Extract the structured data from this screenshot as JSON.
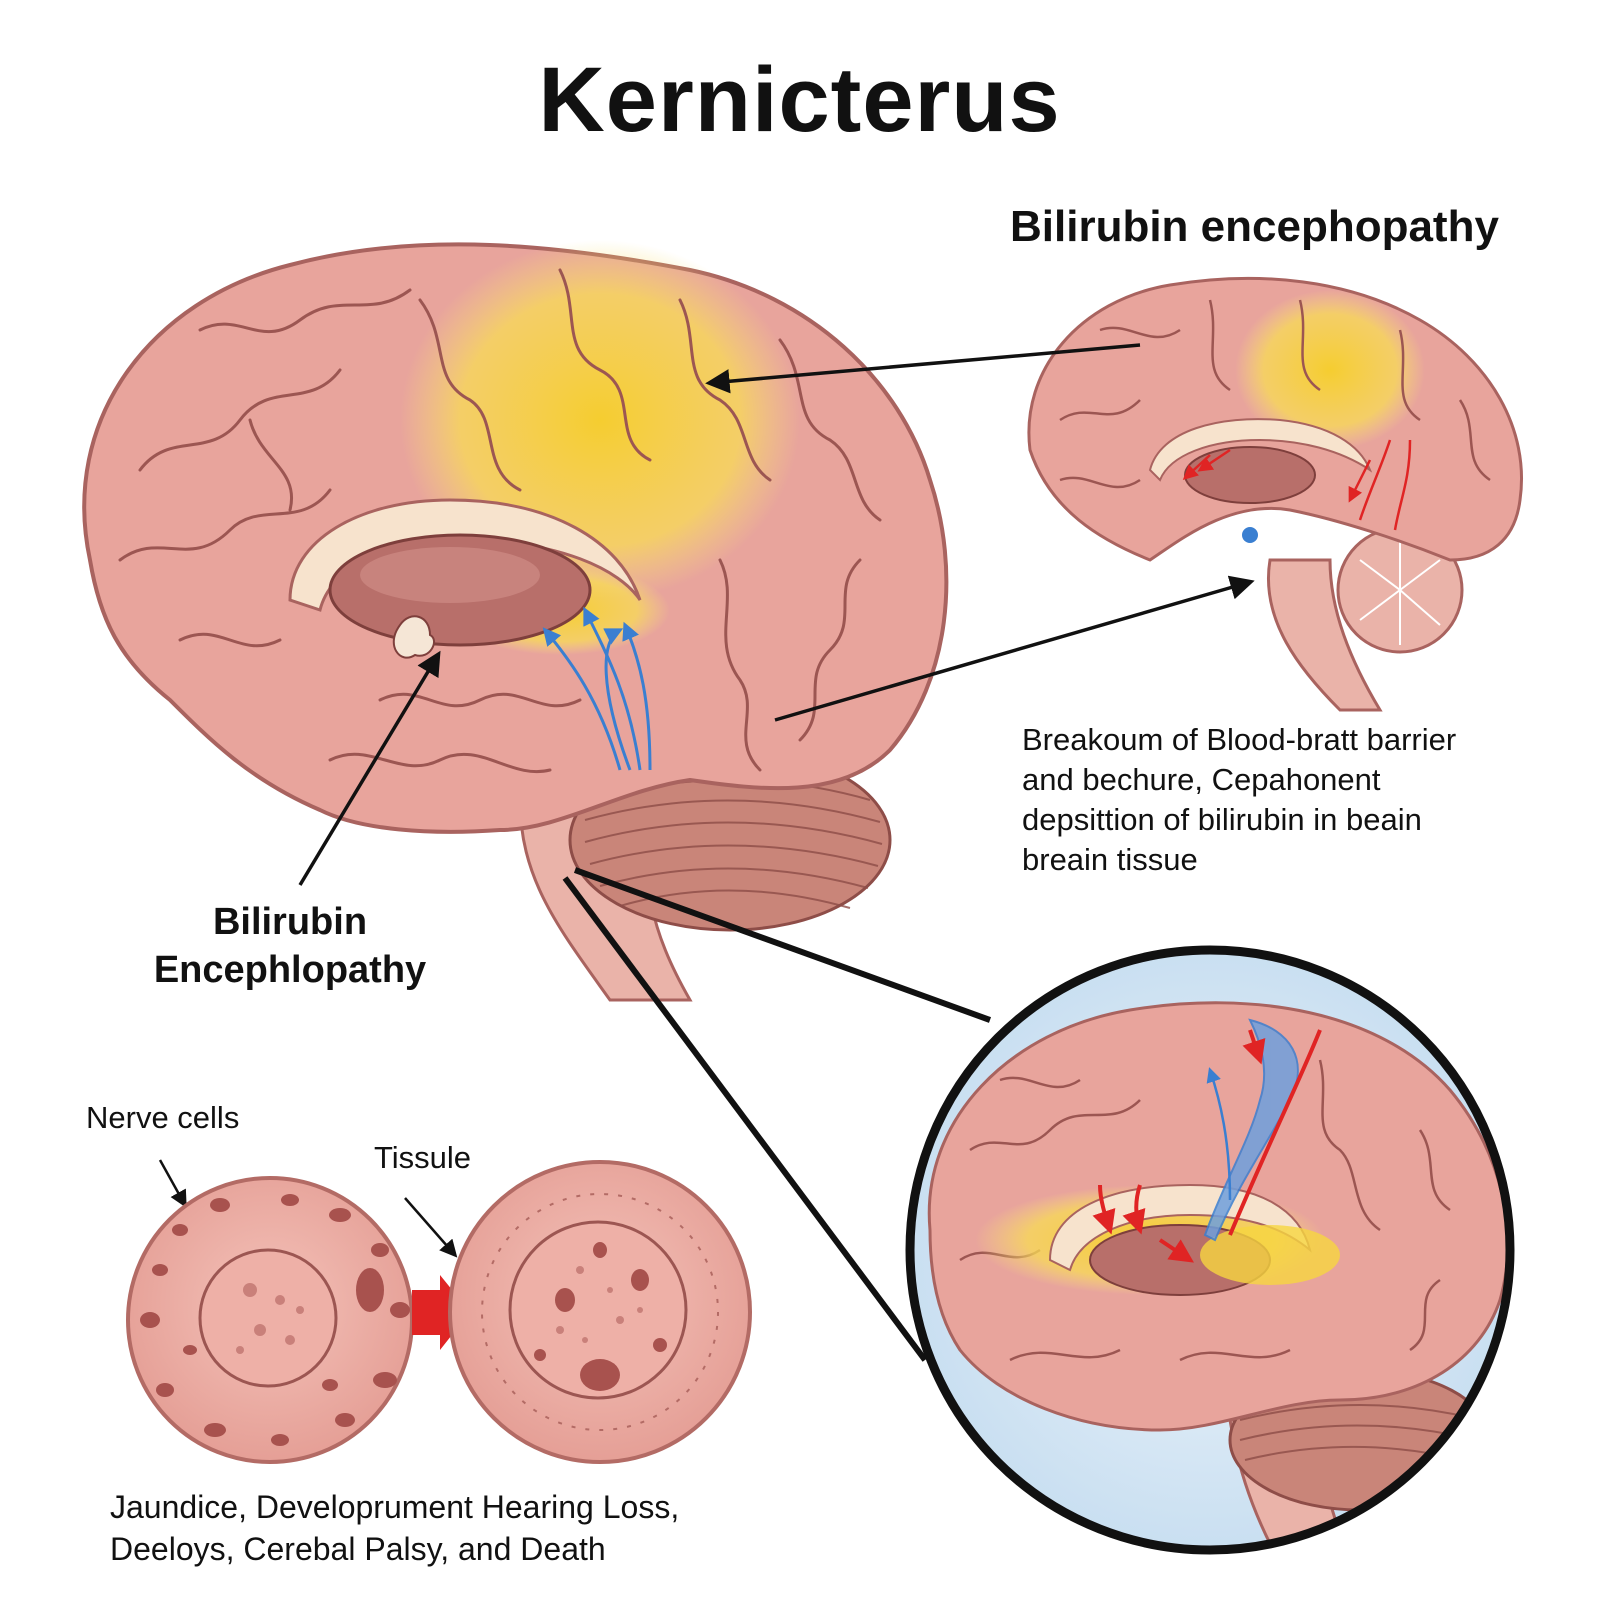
{
  "diagram": {
    "title": "Kernicterus",
    "right_panel": {
      "heading": "Bilirubin encephopathy",
      "description_lines": [
        "Breakoum of Blood-bratt barrier",
        "and bechure, Cepahonent",
        "depsittion of bilirubin in beain",
        "breain tissue"
      ]
    },
    "left_label_lines": [
      "Bilirubin",
      "Encephlopathy"
    ],
    "cells": {
      "nerve_label": "Nerve cells",
      "tissue_label": "Tissule"
    },
    "outcome_lines": [
      "Jaundice, Developrument Hearing Loss,",
      "Deeloys, Cerebal Palsy, and Death"
    ],
    "colors": {
      "brain": "#e8a49c",
      "brain_dark": "#a9635f",
      "bilirubin": "#f6d640",
      "arrow_red": "#e02424",
      "arrow_blue": "#3a7fd1",
      "circle_bg": "#dbe9f6"
    }
  }
}
